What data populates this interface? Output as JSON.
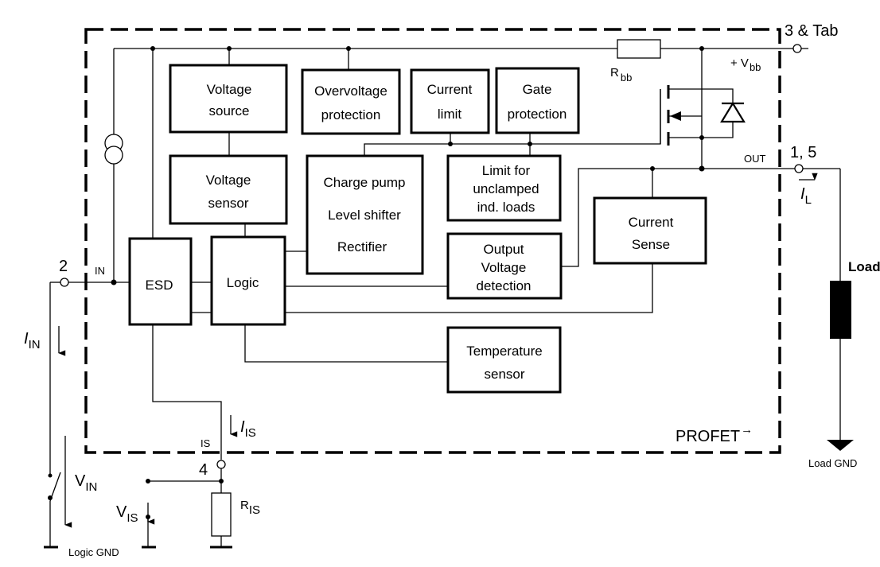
{
  "blocks": {
    "voltage_source": [
      "Voltage",
      "source"
    ],
    "overvoltage": [
      "Overvoltage",
      "protection"
    ],
    "current_limit": [
      "Current",
      "limit"
    ],
    "gate_protection": [
      "Gate",
      "protection"
    ],
    "voltage_sensor": [
      "Voltage",
      "sensor"
    ],
    "charge_pump": [
      "Charge pump",
      "Level shifter",
      "Rectifier"
    ],
    "limit_unclamped": [
      "Limit for",
      "unclamped",
      "ind. loads"
    ],
    "current_sense": [
      "Current",
      "Sense"
    ],
    "esd": "ESD",
    "logic": "Logic",
    "output_voltage": [
      "Output",
      "Voltage",
      "detection"
    ],
    "temperature": [
      "Temperature",
      "sensor"
    ]
  },
  "pins": {
    "pin_3": "3 & Tab",
    "pin_15": "1, 5",
    "pin_2": "2",
    "pin_4": "4",
    "in": "IN",
    "out": "OUT",
    "is": "IS"
  },
  "labels": {
    "rbb": "R",
    "rbb_sub": "bb",
    "vbb": "+ V",
    "vbb_sub": "bb",
    "il": "I",
    "il_sub": "L",
    "iin": "I",
    "iin_sub": "IN",
    "iis": "I",
    "iis_sub": "IS",
    "vin": "V",
    "vin_sub": "IN",
    "vis": "V",
    "vis_sub": "IS",
    "ris": "R",
    "ris_sub": "IS",
    "load": "Load",
    "load_gnd": "Load GND",
    "logic_gnd": "Logic GND",
    "profet": "PROFET",
    "profet_mark": "→"
  }
}
